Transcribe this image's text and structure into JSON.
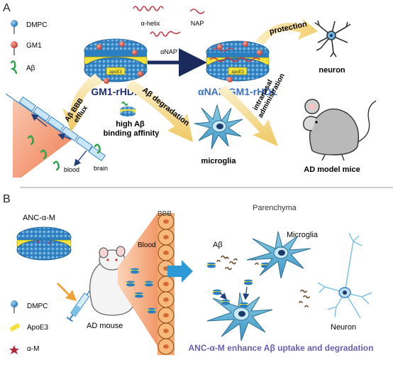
{
  "panelA": {
    "label": "A",
    "legend": {
      "dmpc": "DMPC",
      "gm1": "GM1",
      "abeta": "Aβ"
    },
    "peptides": {
      "helix": "α-helix",
      "nap": "NAP",
      "anap": "αNAP"
    },
    "gm1_rhdl": "GM1-rHDL",
    "anap_gm1_rhdl": "αNAP-GM1-rHDL",
    "apoe_tag": "apoE3",
    "arrow_protection": "protection",
    "neuron": "neuron",
    "arrow_efflux": [
      "Aβ BBB",
      "efflux"
    ],
    "arrow_degradation": "Aβ degradation",
    "high_affinity": [
      "high Aβ",
      "binding affinity"
    ],
    "arrow_intranasal": [
      "intranasal",
      "administration"
    ],
    "microglia": "microglia",
    "blood": "blood",
    "brain": "brain",
    "ad_mice": "AD model mice"
  },
  "panelB": {
    "label": "B",
    "anc_title": "ANC-α-M",
    "bbb": "BBB",
    "blood": "Blood",
    "parenchyma": "Parenchyma",
    "abeta": "Aβ",
    "microglia": "Microglia",
    "neuron": "Neuron",
    "ad_mouse": "AD mouse",
    "legend": {
      "dmpc": "DMPC",
      "apoe3": "ApoE3",
      "am": "α-M"
    },
    "caption": "ANC-α-M enhance Aβ uptake and degradation"
  },
  "colors": {
    "disc_blue": "#3a8fcf",
    "apoe_yellow": "#f2e33a",
    "gm1_red": "#d94a3a",
    "abeta_green": "#2fa44a",
    "arrow_yellow": "#f3d98c",
    "navy_arrow": "#1b2a5c",
    "caption_purple": "#6a5fb0",
    "blood_orange": "#f39a6a"
  }
}
